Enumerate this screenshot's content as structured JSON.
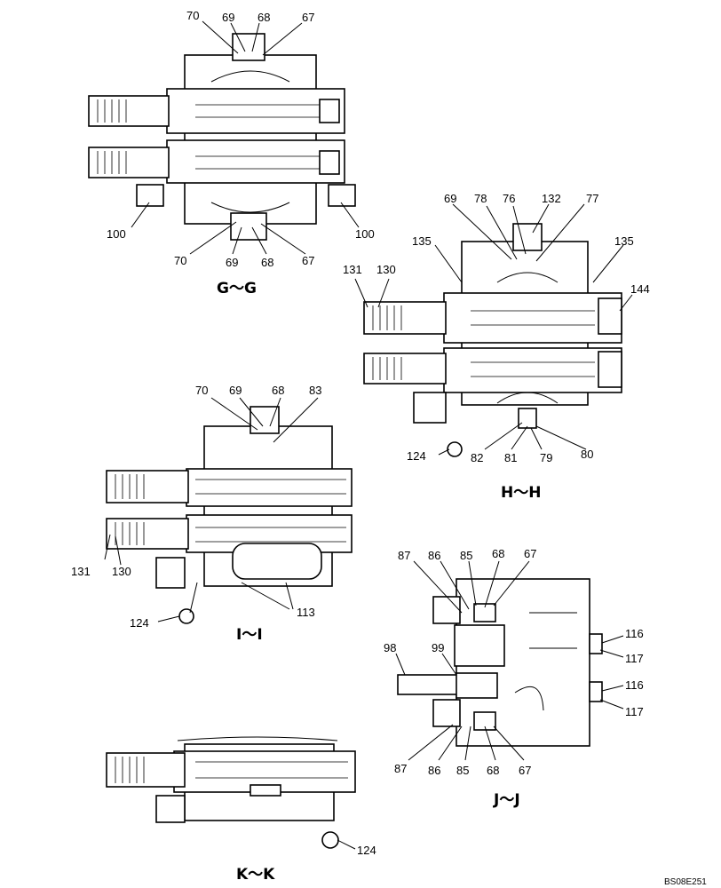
{
  "sections": [
    {
      "id": "G",
      "title": "G～G",
      "labels": [
        "70",
        "69",
        "68",
        "67",
        "100",
        "100",
        "70",
        "69",
        "68",
        "67"
      ]
    },
    {
      "id": "H",
      "title": "H～H",
      "labels": [
        "69",
        "78",
        "76",
        "132",
        "77",
        "135",
        "135",
        "131",
        "130",
        "144",
        "124",
        "82",
        "81",
        "79",
        "80"
      ]
    },
    {
      "id": "I",
      "title": "I～I",
      "labels": [
        "70",
        "69",
        "68",
        "83",
        "131",
        "130",
        "124",
        "113"
      ]
    },
    {
      "id": "J",
      "title": "J～J",
      "labels": [
        "87",
        "86",
        "85",
        "68",
        "67",
        "98",
        "99",
        "116",
        "117",
        "116",
        "117",
        "87",
        "86",
        "85",
        "68",
        "67"
      ]
    },
    {
      "id": "K",
      "title": "K～K",
      "labels": [
        "124"
      ]
    }
  ],
  "drawing_code": "BS08E251"
}
